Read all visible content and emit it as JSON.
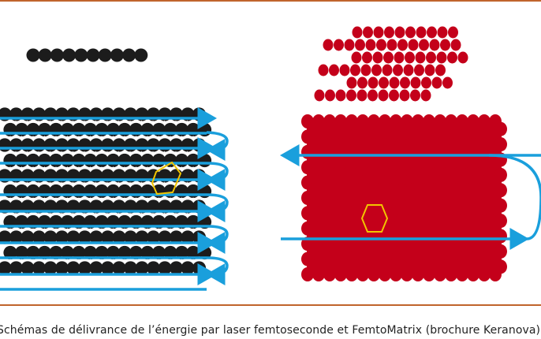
{
  "caption": "Schémas de délivrance de l’énergie par laser femtoseconde et FemtoMatrix (brochure Keranova)",
  "colors": {
    "rule": "#c0642c",
    "black_tissue": "#1c1c1c",
    "red_tissue": "#c4001a",
    "laser_path": "#1a9fdc",
    "focus_spot": "#f2c500",
    "bubble": "#ffffff"
  },
  "panels": [
    {
      "name": "femtosecond-laser",
      "dot_color": "black_tissue"
    },
    {
      "name": "femtomatrix",
      "dot_color": "red_tissue"
    }
  ]
}
